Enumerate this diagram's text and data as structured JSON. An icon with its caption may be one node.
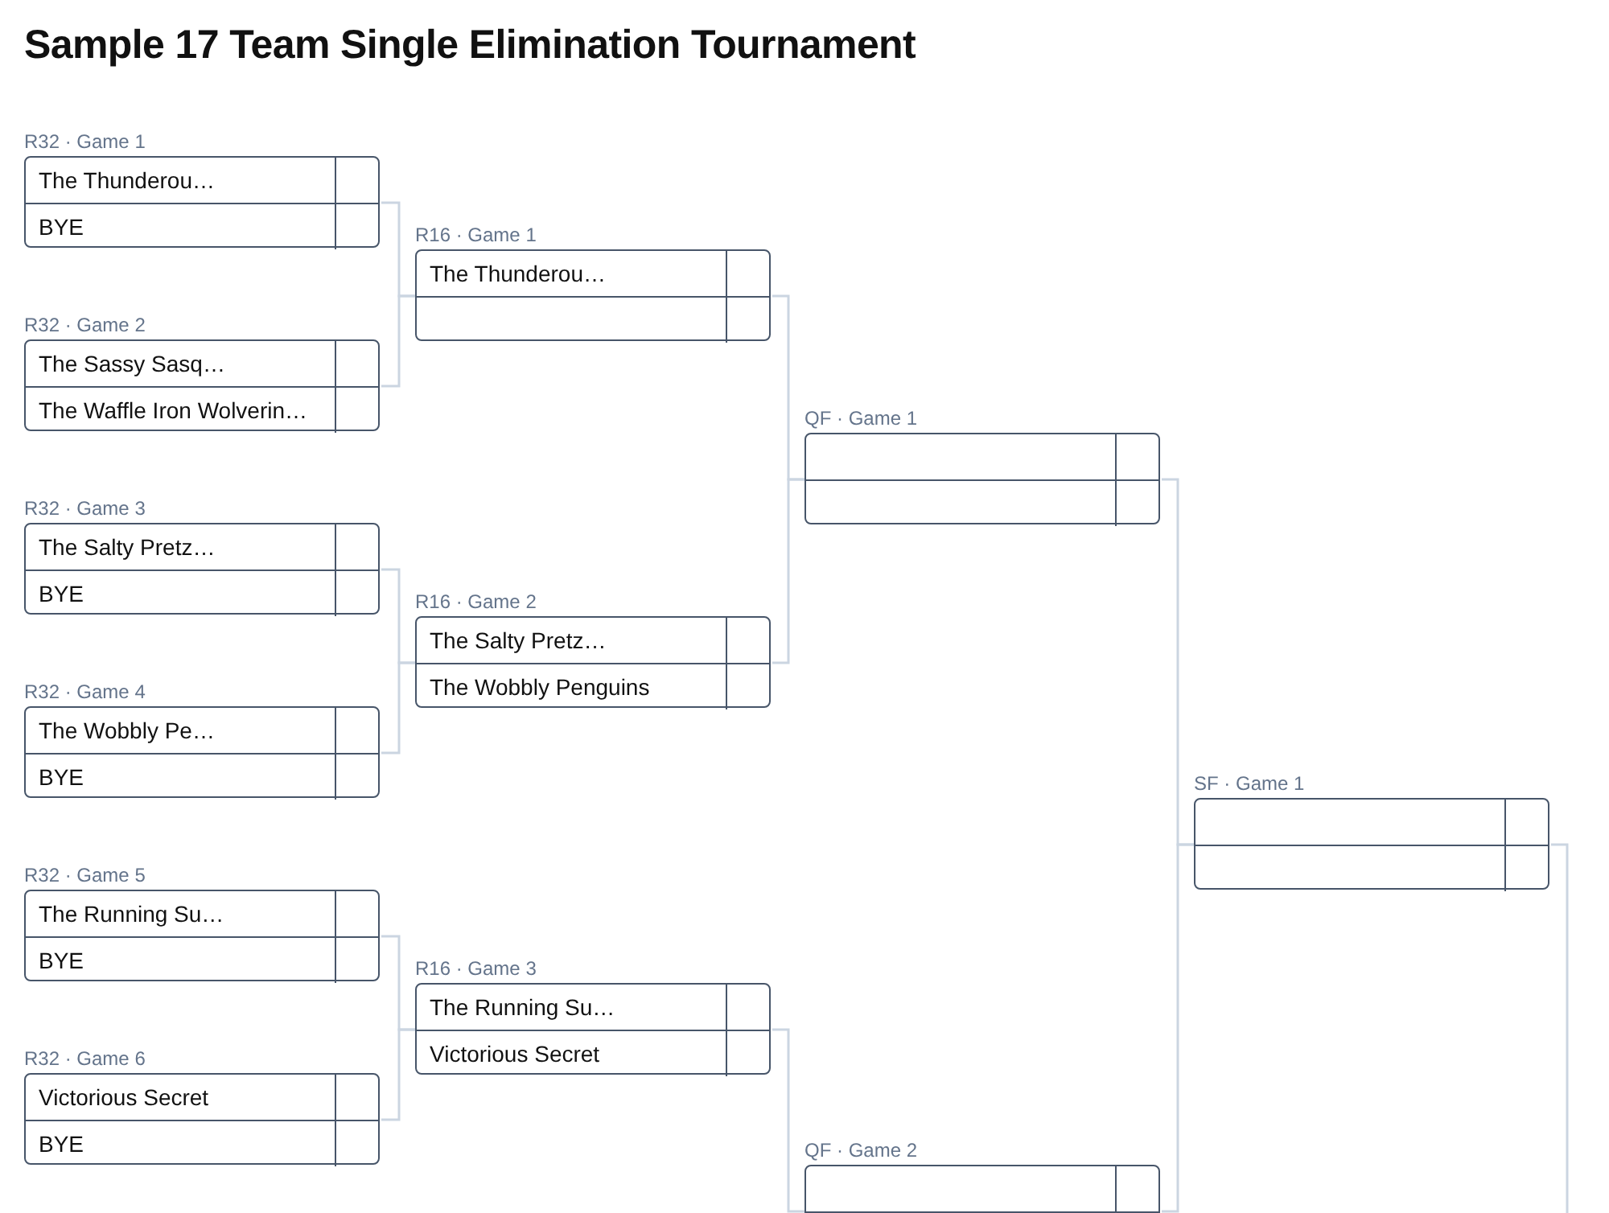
{
  "diagram": {
    "title": "Sample 17 Team Single Elimination Tournament",
    "nodes": [
      {
        "text": [
          "R32 · Game 1",
          "The Thunderou…",
          "BYE"
        ]
      },
      {
        "text": [
          "R32 · Game 2",
          "The Sassy Sasq…",
          "The Waffle Iron Wolverin…"
        ]
      },
      {
        "text": [
          "R32 · Game 3",
          "The Salty Pretz…",
          "BYE"
        ]
      },
      {
        "text": [
          "R32 · Game 4",
          "The Wobbly Pe…",
          "BYE"
        ]
      },
      {
        "text": [
          "R32 · Game 5",
          "The Running Su…",
          "BYE"
        ]
      },
      {
        "text": [
          "R32 · Game 6",
          "Victorious Secret",
          "BYE"
        ]
      },
      {
        "text": [
          "R16 · Game 1",
          "The Thunderou…"
        ]
      },
      {
        "text": [
          "R16 · Game 2",
          "The Salty Pretz…",
          "The Wobbly Penguins"
        ]
      },
      {
        "text": [
          "R16 · Game 3",
          "The Running Su…",
          "Victorious Secret"
        ]
      },
      {
        "text": [
          "QF · Game 1"
        ]
      },
      {
        "text": [
          "QF · Game 2"
        ]
      },
      {
        "text": [
          "SF · Game 1"
        ]
      }
    ],
    "edges": [
      {
        "from": 0,
        "to": 6,
        "arrow": "none"
      },
      {
        "from": 1,
        "to": 6,
        "arrow": "none"
      },
      {
        "from": 2,
        "to": 7,
        "arrow": "none"
      },
      {
        "from": 3,
        "to": 7,
        "arrow": "none"
      },
      {
        "from": 4,
        "to": 8,
        "arrow": "none"
      },
      {
        "from": 5,
        "to": 8,
        "arrow": "none"
      },
      {
        "from": 6,
        "to": 9,
        "arrow": "none"
      },
      {
        "from": 7,
        "to": 9,
        "arrow": "none"
      },
      {
        "from": 8,
        "to": 10,
        "arrow": "none"
      },
      {
        "from": 9,
        "to": 11,
        "arrow": "none"
      },
      {
        "from": 10,
        "to": 11,
        "arrow": "none"
      },
      {
        "from": 11,
        "to": null,
        "arrow": "none"
      }
    ]
  }
}
